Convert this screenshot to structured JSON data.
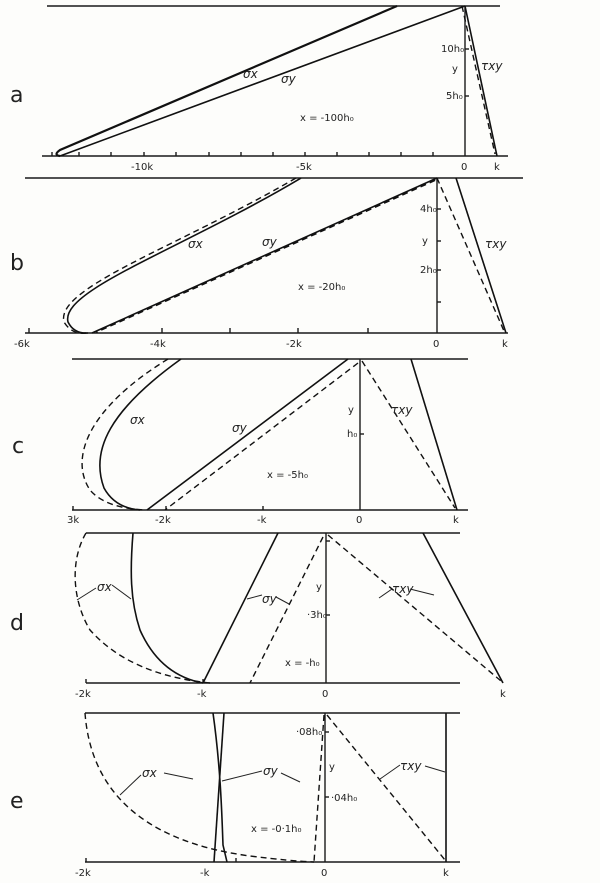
{
  "chart_data": [
    {
      "panel": "a",
      "type": "line",
      "annotation": "x = -100h₀",
      "xlabel": "",
      "ylabel": "y",
      "x_ticks": [
        "-10k",
        "-5k",
        "0",
        "k"
      ],
      "y_ticks": [
        "5h₀",
        "10h₀"
      ],
      "series": [
        {
          "name": "σx",
          "style": "solid",
          "description": "Nearly linear from ≈ -12.5k at bottom (y=0) to ≈ -2k at top"
        },
        {
          "name": "σy",
          "style": "solid",
          "description": "Linear from ≈ -12.5k at y=0 to 0 at top"
        },
        {
          "name": "τxy",
          "style": "solid + dashed (nearly coincident)",
          "description": "Linear from 0 at top to k at y=0"
        }
      ]
    },
    {
      "panel": "b",
      "type": "line",
      "annotation": "x = -20h₀",
      "x_ticks": [
        "-6k",
        "-4k",
        "-2k",
        "0",
        "k"
      ],
      "y_ticks": [
        "2h₀",
        "4h₀"
      ],
      "series": [
        {
          "name": "σx",
          "style": "solid & dashed",
          "description": "Parabolic, leftmost ≈ -5.3k near y=0, reaching ≈ -2k at top"
        },
        {
          "name": "σy",
          "style": "solid & dashed (coincident)",
          "description": "Linear from ≈ -5k at y=0 to 0 at top"
        },
        {
          "name": "τxy",
          "style": "solid",
          "description": "From ≈ 0.3k at top to k at y=0"
        },
        {
          "name": "τxy",
          "style": "dashed",
          "description": "From 0 at top to k at y=0"
        }
      ]
    },
    {
      "panel": "c",
      "type": "line",
      "annotation": "x = -5h₀",
      "x_ticks": [
        "3k",
        "-2k",
        "-k",
        "0",
        "k"
      ],
      "y_ticks": [
        "h₀"
      ],
      "series": [
        {
          "name": "σx",
          "style": "solid",
          "description": "Curve leftmost ≈ -2.7k near y=0.2, top ≈ -1.8k"
        },
        {
          "name": "σx",
          "style": "dashed",
          "description": "Curve leftmost ≈ -2.9k, top ≈ -1.9k"
        },
        {
          "name": "σy",
          "style": "solid",
          "description": "From ≈ -2.2k at y=0 to ≈ -0.1k at top"
        },
        {
          "name": "σy",
          "style": "dashed",
          "description": "From ≈ -2k at y=0 to 0 at top"
        },
        {
          "name": "τxy",
          "style": "solid",
          "description": "From ≈ 0.5k at top to k at y=0"
        },
        {
          "name": "τxy",
          "style": "dashed",
          "description": "From 0 at top to k at y=0"
        }
      ]
    },
    {
      "panel": "d",
      "type": "line",
      "annotation": "x = -h₀",
      "x_ticks": [
        "-2k",
        "-k",
        "0",
        "k"
      ],
      "y_ticks": [
        "·3h₀"
      ],
      "series": [
        {
          "name": "σx",
          "style": "solid",
          "description": "Near vertical ≈ -1.5k at top, curving to -k at y=0"
        },
        {
          "name": "σx",
          "style": "dashed",
          "description": "Quarter ellipse from -2k at top, bulging to ≈ -2.1k, to -k at y=0"
        },
        {
          "name": "σy",
          "style": "solid",
          "description": "From -k at y=0 to ≈ -0.5k at top"
        },
        {
          "name": "σy",
          "style": "dashed",
          "description": "From ≈ -0.7k at y=0 to 0 at top"
        },
        {
          "name": "τxy",
          "style": "solid",
          "description": "From ≈ 0.9k at top to k at y=0"
        },
        {
          "name": "τxy",
          "style": "dashed",
          "description": "From 0 at top to k at y=0"
        }
      ]
    },
    {
      "panel": "e",
      "type": "line",
      "annotation": "x = -0·1h₀",
      "x_ticks": [
        "-2k",
        "-k",
        "0",
        "k"
      ],
      "y_ticks": [
        "·04h₀",
        "·08h₀"
      ],
      "series": [
        {
          "name": "σx",
          "style": "solid",
          "description": "From ≈ -1.25k at top to ≈ -0.9k at y=0"
        },
        {
          "name": "σx",
          "style": "dashed",
          "description": "Quarter ellipse from -2k at top to ≈ -0.1k at y=0"
        },
        {
          "name": "σy",
          "style": "solid",
          "description": "From ≈ -0.9k at y=0 to ≈ -0.8k at top"
        },
        {
          "name": "σy",
          "style": "dashed",
          "description": "From ≈ -0.1k at y=0 to 0 at top"
        },
        {
          "name": "τxy",
          "style": "solid",
          "description": "Vertical at k"
        },
        {
          "name": "τxy",
          "style": "dashed",
          "description": "From 0 at top to k at y=0"
        }
      ]
    }
  ],
  "panels": {
    "a": {
      "letter": "a",
      "note": "x = -100h₀",
      "xt": [
        "-10k",
        "-5k",
        "0",
        "k"
      ],
      "yt": [
        "10h₀",
        "5h₀"
      ],
      "ylab": "y",
      "sx": "σx",
      "sy": "σy",
      "txy": "τxy"
    },
    "b": {
      "letter": "b",
      "note": "x = -20h₀",
      "xt": [
        "-6k",
        "-4k",
        "-2k",
        "0",
        "k"
      ],
      "yt": [
        "4h₀",
        "2h₀"
      ],
      "ylab": "y",
      "sx": "σx",
      "sy": "σy",
      "txy": "τxy"
    },
    "c": {
      "letter": "c",
      "note": "x = -5h₀",
      "xt": [
        "3k",
        "-2k",
        "-k",
        "0",
        "k"
      ],
      "yt": [
        "h₀"
      ],
      "ylab": "y",
      "sx": "σx",
      "sy": "σy",
      "txy": "τxy"
    },
    "d": {
      "letter": "d",
      "note": "x = -h₀",
      "xt": [
        "-2k",
        "-k",
        "0",
        "k"
      ],
      "yt": [
        "·3h₀"
      ],
      "ylab": "y",
      "sx": "σx",
      "sy": "σy",
      "txy": "τxy"
    },
    "e": {
      "letter": "e",
      "note": "x = -0·1h₀",
      "xt": [
        "-2k",
        "-k",
        "0",
        "k"
      ],
      "yt": [
        "·08h₀",
        "·04h₀"
      ],
      "ylab": "y",
      "sx": "σx",
      "sy": "σy",
      "txy": "τxy"
    }
  }
}
